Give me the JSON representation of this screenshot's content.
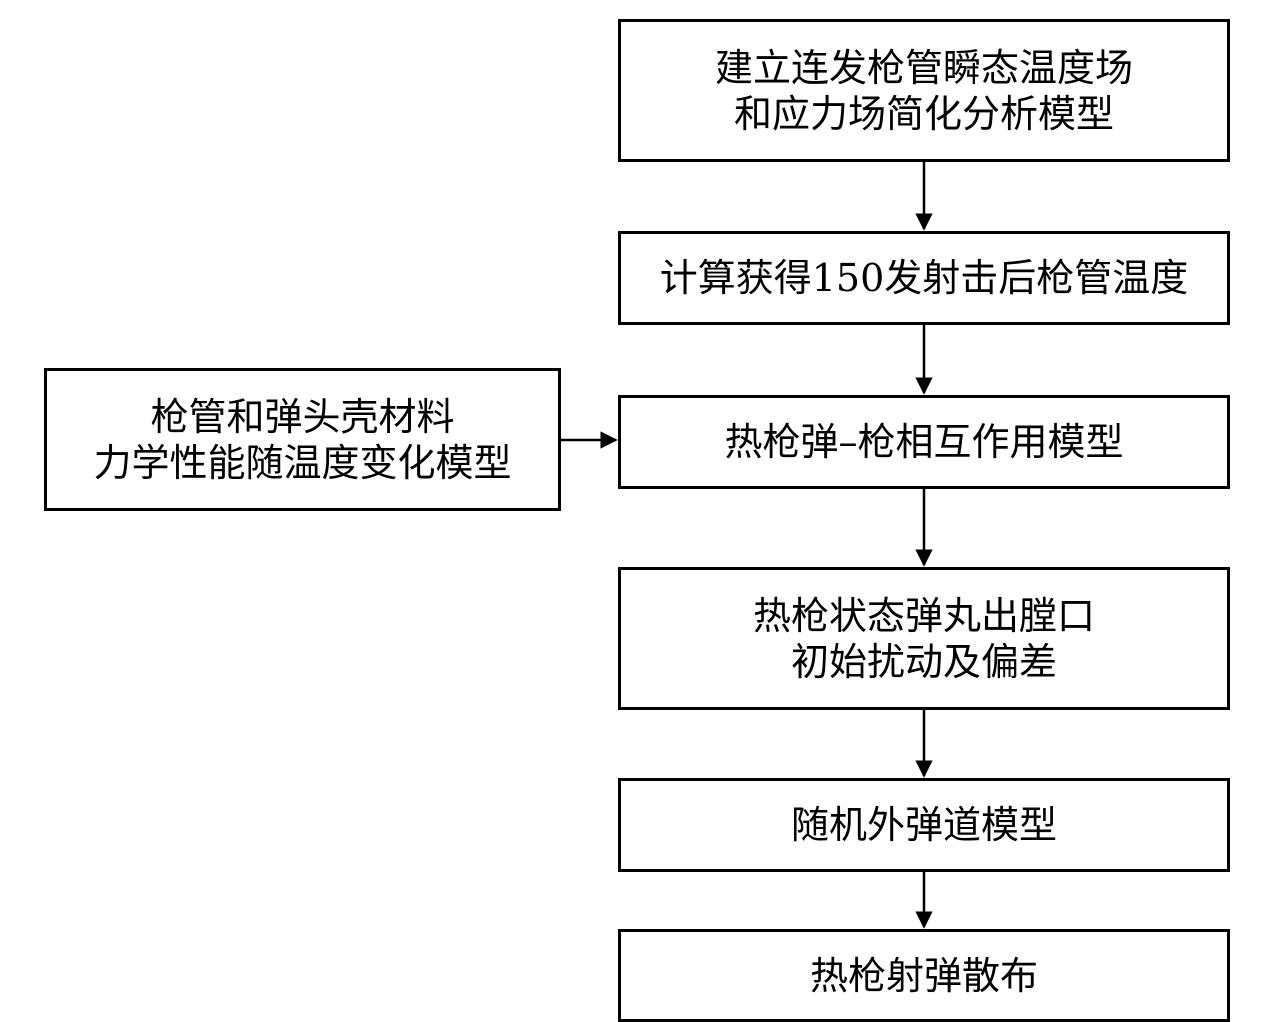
{
  "nodes": {
    "step1": {
      "lines": [
        "建立连发枪管瞬态温度场",
        "和应力场简化分析模型"
      ]
    },
    "step2": {
      "lines": [
        "计算获得150发射击后枪管温度"
      ]
    },
    "step3": {
      "lines": [
        "热枪弹–枪相互作用模型"
      ]
    },
    "step4": {
      "lines": [
        "热枪状态弹丸出膛口",
        "初始扰动及偏差"
      ]
    },
    "step5": {
      "lines": [
        "随机外弹道模型"
      ]
    },
    "step6": {
      "lines": [
        "热枪射弹散布"
      ]
    },
    "side_input": {
      "lines": [
        "枪管和弹头壳材料",
        "力学性能随温度变化模型"
      ]
    }
  },
  "edges": [
    {
      "from": "step1",
      "to": "step2"
    },
    {
      "from": "step2",
      "to": "step3"
    },
    {
      "from": "side_input",
      "to": "step3"
    },
    {
      "from": "step3",
      "to": "step4"
    },
    {
      "from": "step4",
      "to": "step5"
    },
    {
      "from": "step5",
      "to": "step6"
    }
  ]
}
